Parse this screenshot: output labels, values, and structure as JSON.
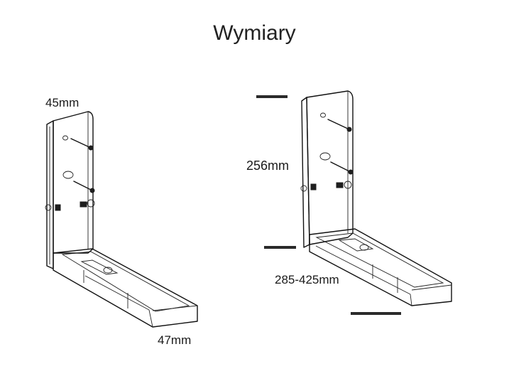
{
  "title": "Wymiary",
  "dimensions": {
    "depth_top": "45mm",
    "depth_bottom": "47mm",
    "height": "256mm",
    "extension_range": "285-425mm"
  },
  "icons": [
    "bracket-folded-icon",
    "bracket-extended-icon",
    "screw-icon"
  ]
}
